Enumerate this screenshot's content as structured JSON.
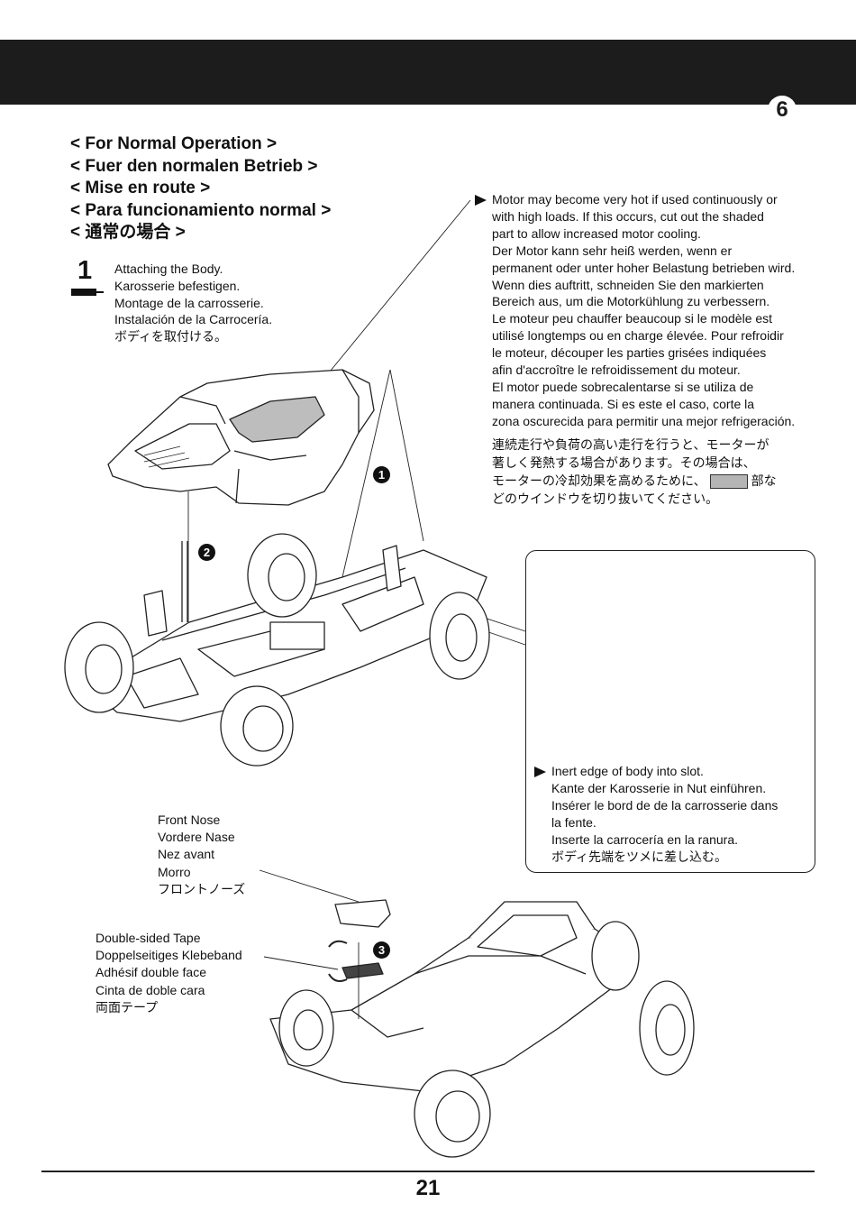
{
  "header": {
    "step_badge": "6"
  },
  "mode_headings": [
    "< For Normal Operation >",
    "< Fuer den normalen Betrieb >",
    "< Mise en route >",
    "< Para funcionamiento normal >",
    "< 通常の場合 >"
  ],
  "step": {
    "number": "1",
    "lines": [
      "Attaching the Body.",
      "Karosserie befestigen.",
      "Montage de la carrosserie.",
      "Instalación de la Carrocería.",
      "ボディを取付ける。"
    ]
  },
  "motor_note": {
    "lines": [
      "Motor may become very hot if used continuously or",
      "with high loads. If this occurs, cut out the shaded",
      "part to allow increased motor cooling.",
      "Der Motor kann sehr heiß werden, wenn er",
      "permanent oder unter hoher Belastung betrieben wird.",
      "Wenn dies auftritt, schneiden Sie den markierten",
      "Bereich aus, um die Motorkühlung zu verbessern.",
      "Le moteur peu chauffer beaucoup si le modèle est",
      "utilisé longtemps ou en charge élevée. Pour refroidir",
      "le moteur, découper les parties grisées indiquées",
      "afin d'accroître le refroidissement du moteur.",
      "El motor puede sobrecalentarse si se utiliza de",
      "manera continuada. Si es este el caso, corte la",
      "zona oscurecida para permitir una mejor refrigeración."
    ],
    "jp_lines": [
      "連続走行や負荷の高い走行を行うと、モーターが",
      "著しく発熱する場合があります。その場合は、",
      "モーターの冷却効果を高めるために、",
      "部な",
      "どのウインドウを切り抜いてください。"
    ]
  },
  "detail_note": {
    "lines": [
      "Inert edge of body into slot.",
      "Kante der Karosserie in Nut einführen.",
      "Insérer le bord de de la carrosserie dans",
      "la fente.",
      "Inserte la carrocería en la ranura.",
      "ボディ先端をツメに差し込む。"
    ]
  },
  "front_nose_label": [
    "Front Nose",
    "Vordere Nase",
    "Nez avant",
    "Morro",
    "フロントノーズ"
  ],
  "tape_label": [
    "Double-sided Tape",
    "Doppelseitiges Klebeband",
    "Adhésif double face",
    "Cinta de doble cara",
    "両面テープ"
  ],
  "callouts": [
    "1",
    "2",
    "3"
  ],
  "page_number": "21"
}
